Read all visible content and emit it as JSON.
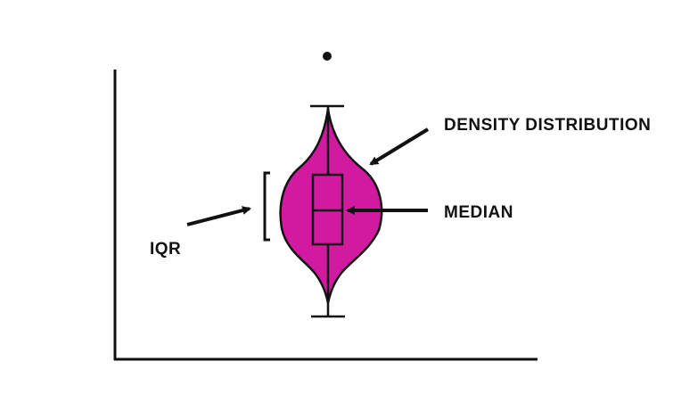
{
  "labels": {
    "density": "DENSITY DISTRIBUTION",
    "median": "MEDIAN",
    "iqr": "IQR"
  },
  "colors": {
    "violin_fill": "#d11aa0",
    "stroke": "#111111",
    "background": "#ffffff"
  }
}
